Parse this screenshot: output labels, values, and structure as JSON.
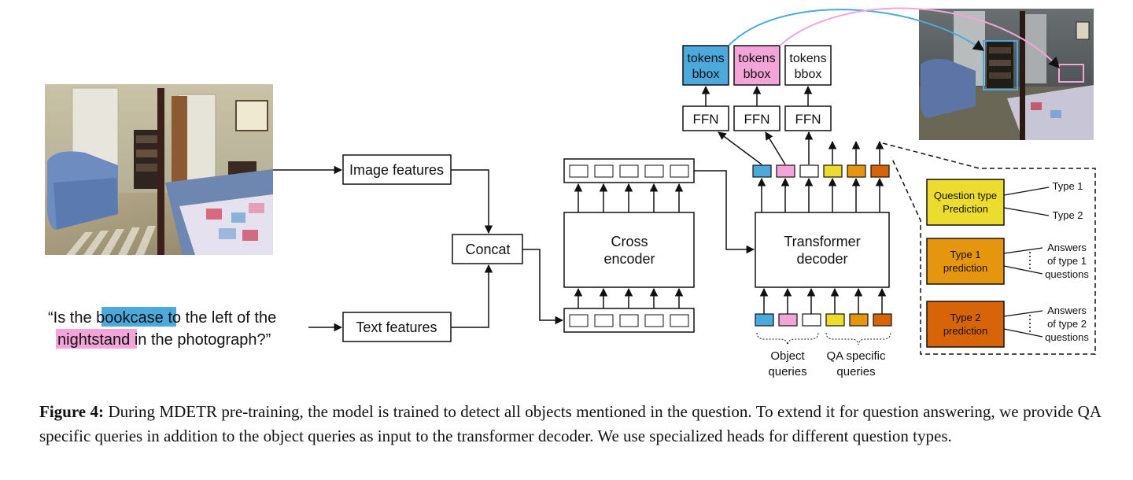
{
  "colors": {
    "blue": "#4ba9dc",
    "pink": "#f3a4d8",
    "yellow": "#ecdc30",
    "orange": "#e6950f",
    "dark_orange": "#d8640a",
    "line": "#111111"
  },
  "question": {
    "open": "“Is the ",
    "word1": "bookcase",
    "middle": " to the left of the",
    "word2": "nightstand",
    "close": " in the photograph?”"
  },
  "boxes": {
    "image_features": "Image features",
    "text_features": "Text features",
    "concat": "Concat",
    "cross_encoder": [
      "Cross",
      "encoder"
    ],
    "transformer_decoder": [
      "Transformer",
      "decoder"
    ],
    "ffn": "FFN",
    "output_token": [
      "tokens",
      "bbox"
    ]
  },
  "query_groups": {
    "object": [
      "Object",
      "queries"
    ],
    "qa": [
      "QA specific",
      "queries"
    ]
  },
  "heads": {
    "question_type": {
      "label": [
        "Question type",
        "Prediction"
      ],
      "outputs": [
        "Type 1",
        "Type 2"
      ]
    },
    "type1": {
      "label": [
        "Type 1",
        "prediction"
      ],
      "outputs": [
        "Answers",
        "of type 1",
        "questions"
      ]
    },
    "type2": {
      "label": [
        "Type 2",
        "prediction"
      ],
      "outputs": [
        "Answers",
        "of type 2",
        "questions"
      ]
    }
  },
  "caption": {
    "label": "Figure 4:",
    "text": " During MDETR pre-training, the model is trained to detect all objects mentioned in the question. To extend it for question answering, we provide QA specific queries in addition to the object queries as input to the transformer decoder. We use specialized heads for different question types."
  }
}
